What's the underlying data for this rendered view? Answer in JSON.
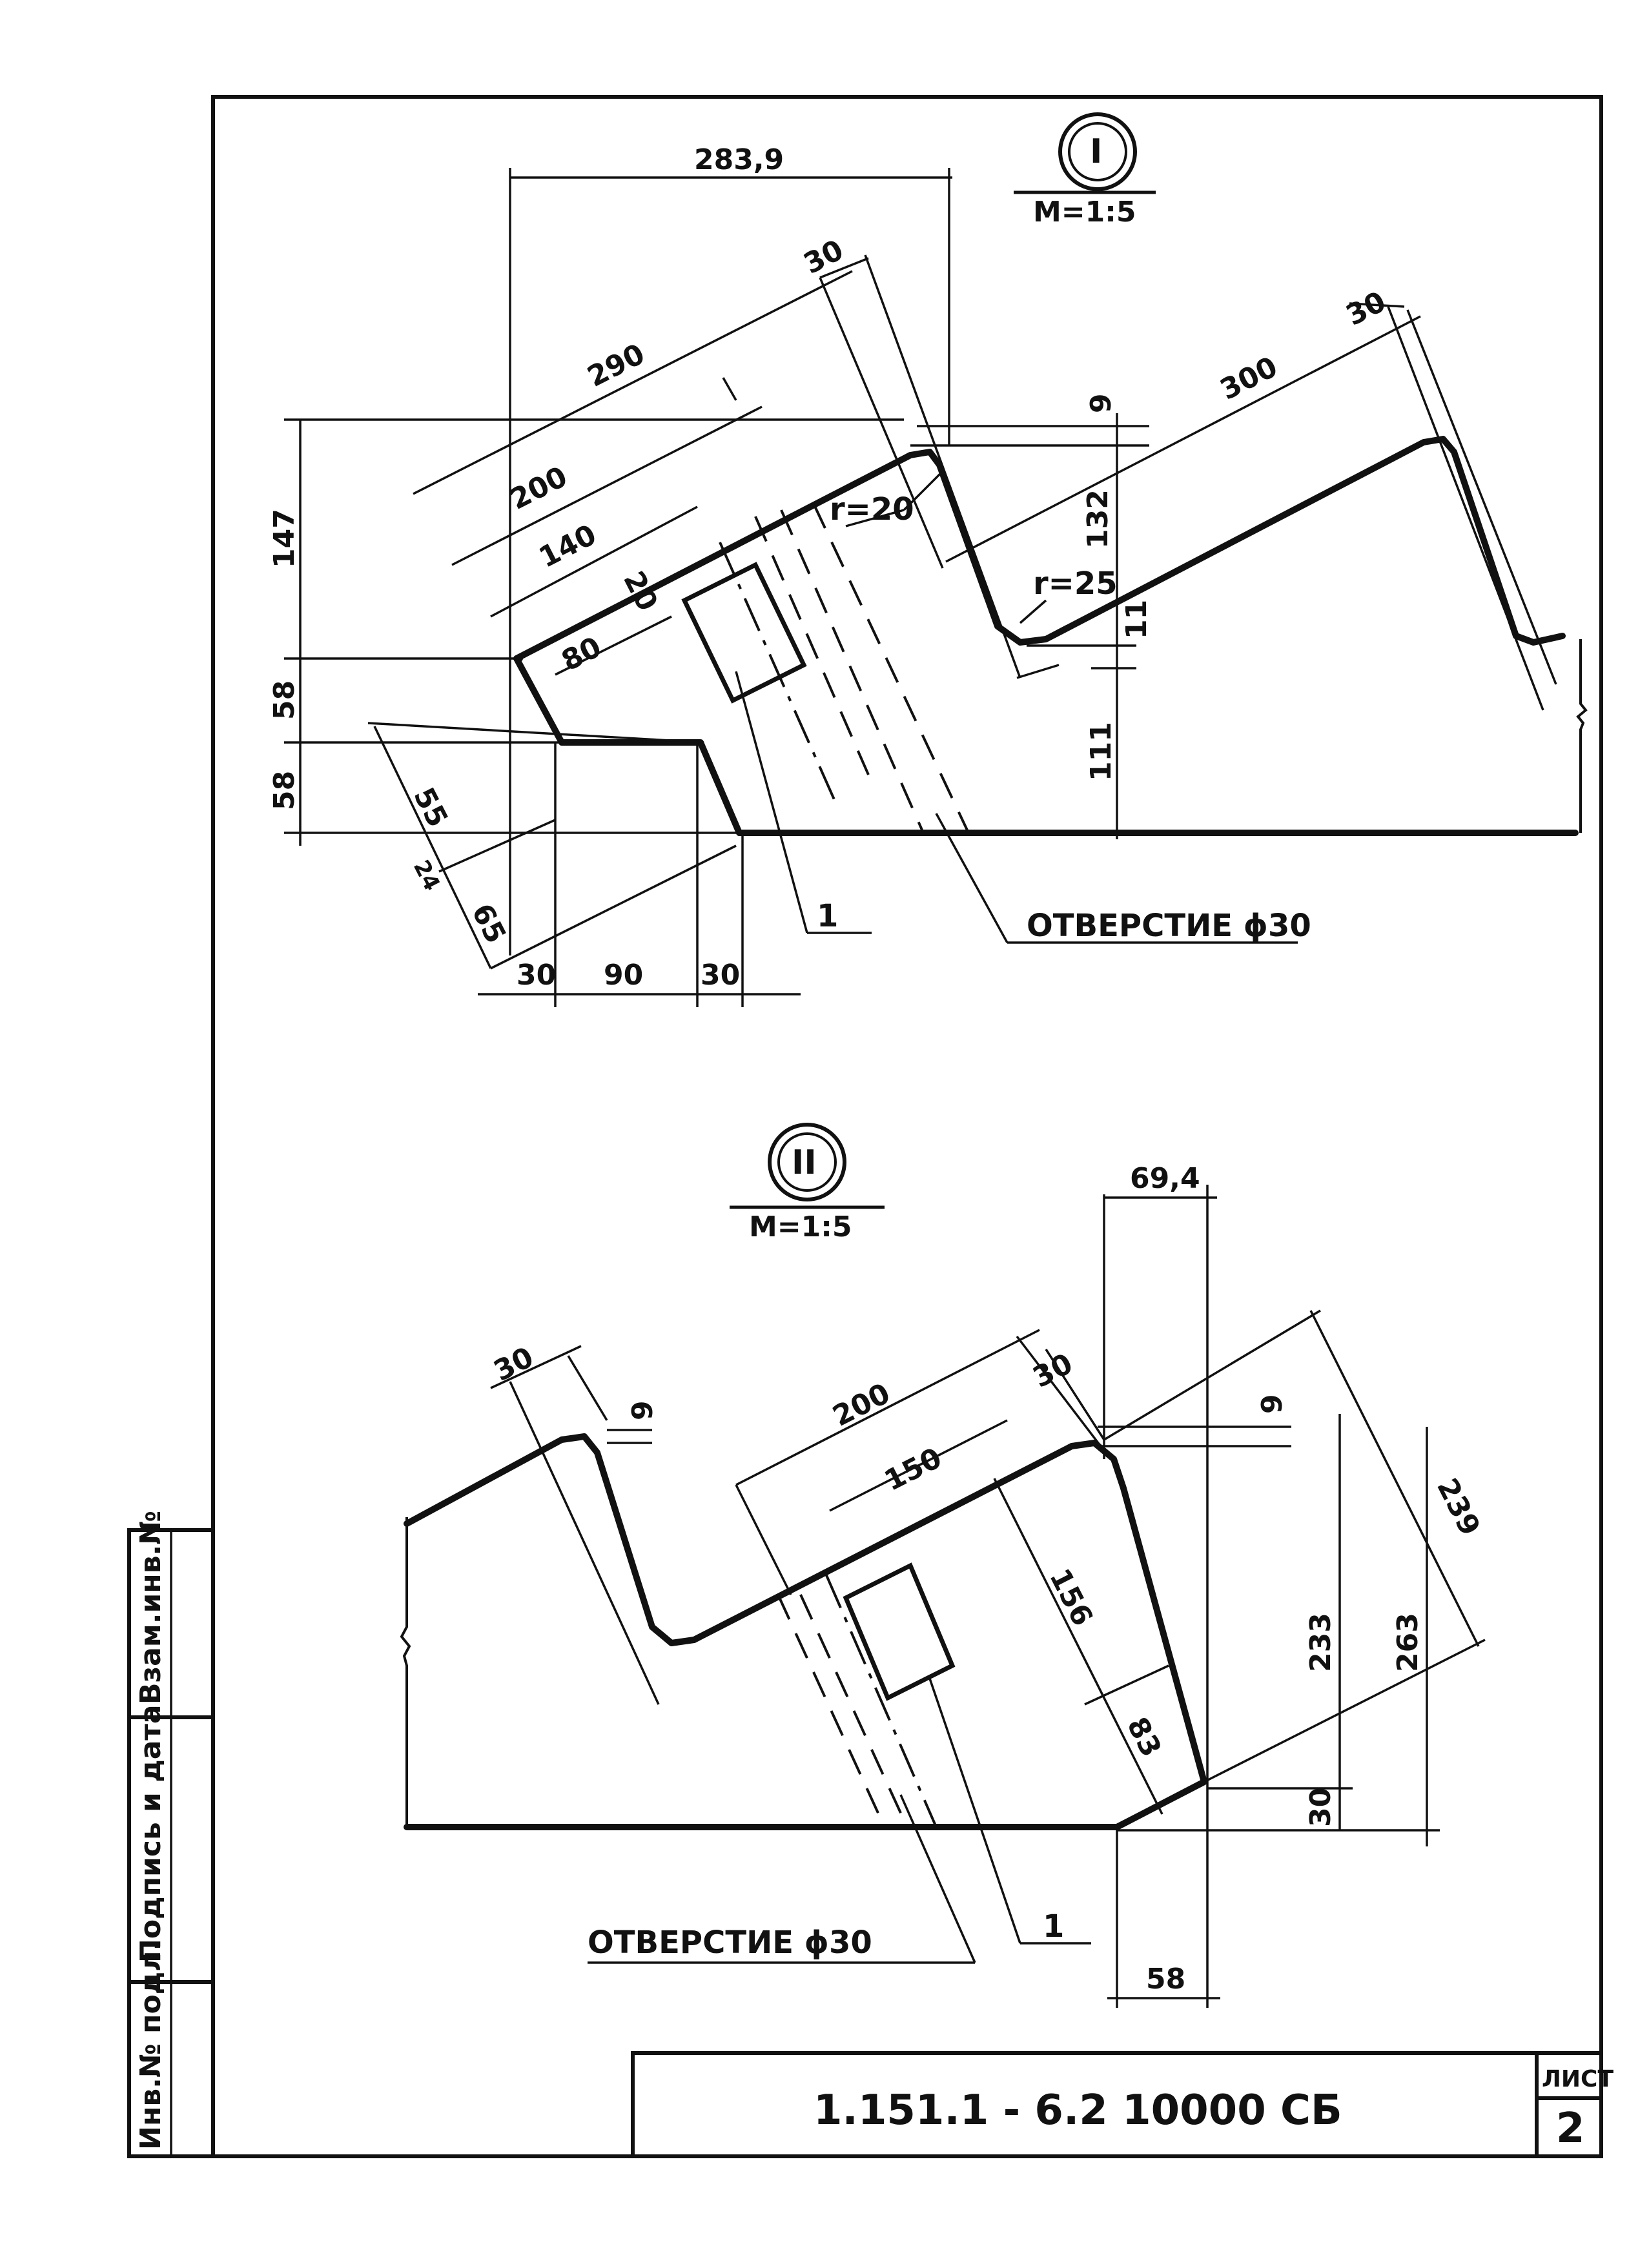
{
  "view1": {
    "title": "I",
    "scale": "M=1:5",
    "hole_label": "ОТВЕРСТИЕ ϕ30",
    "callout": "1",
    "radius_1": "r=20",
    "radius_2": "r=25",
    "dims": {
      "d283_9": "283,9",
      "d290": "290",
      "d200": "200",
      "d140": "140",
      "d20": "20",
      "d80": "80",
      "d30_top": "30",
      "d300": "300",
      "d30_right": "30",
      "d9": "9",
      "d132": "132",
      "d11": "11",
      "d111": "111",
      "d147": "147",
      "d58a": "58",
      "d58b": "58",
      "d55": "55",
      "d24": "24",
      "d65": "65",
      "d30_b1": "30",
      "d90": "90",
      "d30_b2": "30"
    }
  },
  "view2": {
    "title": "II",
    "scale": "M=1:5",
    "hole_label": "ОТВЕРСТИЕ ϕ30",
    "callout": "1",
    "dims": {
      "d69_4": "69,4",
      "d30_left": "30",
      "d9_left": "9",
      "d200": "200",
      "d30_mid": "30",
      "d150": "150",
      "d9_right": "9",
      "d156": "156",
      "d83": "83",
      "d233": "233",
      "d263": "263",
      "d239": "239",
      "d30_bottom": "30",
      "d58": "58"
    }
  },
  "title_block": {
    "code": "1.151.1 - 6.2 10000 СБ",
    "sheet_label": "ЛИСТ",
    "sheet_number": "2"
  },
  "side_stamp": {
    "field_1": "Инв.№ подл.",
    "field_2": "Подпись и дата",
    "field_3": "Взам.инв.№"
  }
}
